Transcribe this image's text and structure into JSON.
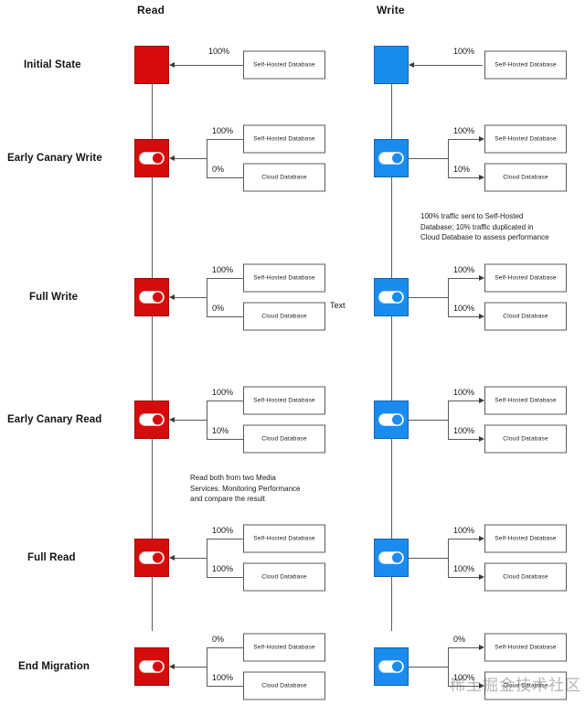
{
  "headers": {
    "read": "Read",
    "write": "Write"
  },
  "stages": [
    {
      "label": "Initial State",
      "read": {
        "toggle": false,
        "targets": [
          {
            "pct": "100%",
            "name": "Self-Hosted Database"
          }
        ]
      },
      "write": {
        "toggle": false,
        "targets": [
          {
            "pct": "100%",
            "name": "Self-Hosted Database"
          }
        ]
      }
    },
    {
      "label": "Early Canary Write",
      "read": {
        "toggle": true,
        "targets": [
          {
            "pct": "100%",
            "name": "Self-Hosted Database"
          },
          {
            "pct": "0%",
            "name": "Cloud Database"
          }
        ]
      },
      "write": {
        "toggle": true,
        "targets": [
          {
            "pct": "100%",
            "name": "Self-Hosted Database"
          },
          {
            "pct": "10%",
            "name": "Cloud Database"
          }
        ]
      }
    },
    {
      "label": "Full Write",
      "read": {
        "toggle": true,
        "targets": [
          {
            "pct": "100%",
            "name": "Self-Hosted Database"
          },
          {
            "pct": "0%",
            "name": "Cloud Database"
          }
        ]
      },
      "write": {
        "toggle": true,
        "targets": [
          {
            "pct": "100%",
            "name": "Self-Hosted Database"
          },
          {
            "pct": "100%",
            "name": "Cloud Database"
          }
        ]
      }
    },
    {
      "label": "Early Canary Read",
      "read": {
        "toggle": true,
        "targets": [
          {
            "pct": "100%",
            "name": "Self-Hosted Database"
          },
          {
            "pct": "10%",
            "name": "Cloud Database"
          }
        ]
      },
      "write": {
        "toggle": true,
        "targets": [
          {
            "pct": "100%",
            "name": "Self-Hosted Database"
          },
          {
            "pct": "100%",
            "name": "Cloud Database"
          }
        ]
      }
    },
    {
      "label": "Full Read",
      "read": {
        "toggle": true,
        "targets": [
          {
            "pct": "100%",
            "name": "Self-Hosted Database"
          },
          {
            "pct": "100%",
            "name": "Cloud Database"
          }
        ]
      },
      "write": {
        "toggle": true,
        "targets": [
          {
            "pct": "100%",
            "name": "Self-Hosted Database"
          },
          {
            "pct": "100%",
            "name": "Cloud Database"
          }
        ]
      }
    },
    {
      "label": "End Migration",
      "read": {
        "toggle": true,
        "targets": [
          {
            "pct": "0%",
            "name": "Self-Hosted Database"
          },
          {
            "pct": "100%",
            "name": "Cloud Database"
          }
        ]
      },
      "write": {
        "toggle": true,
        "targets": [
          {
            "pct": "0%",
            "name": "Self-Hosted Database"
          },
          {
            "pct": "100%",
            "name": "Cloud Database"
          }
        ]
      }
    }
  ],
  "annotations": {
    "write_canary_note": "100% traffic sent to Self-Hosted\nDatabase; 10% traffic duplicated in\nCloud Database to assess performance",
    "read_compare_note": "Read both from two Media\nServices. Monitoring Performance\nand compare the result",
    "text_label": "Text"
  },
  "watermark": "稀土掘金技术社区",
  "colors": {
    "read_node": "#d60c0c",
    "write_node": "#1a8cf0",
    "line": "#5a5a5a",
    "box_border": "#5a5a5a",
    "text": "#1a1a1a"
  }
}
